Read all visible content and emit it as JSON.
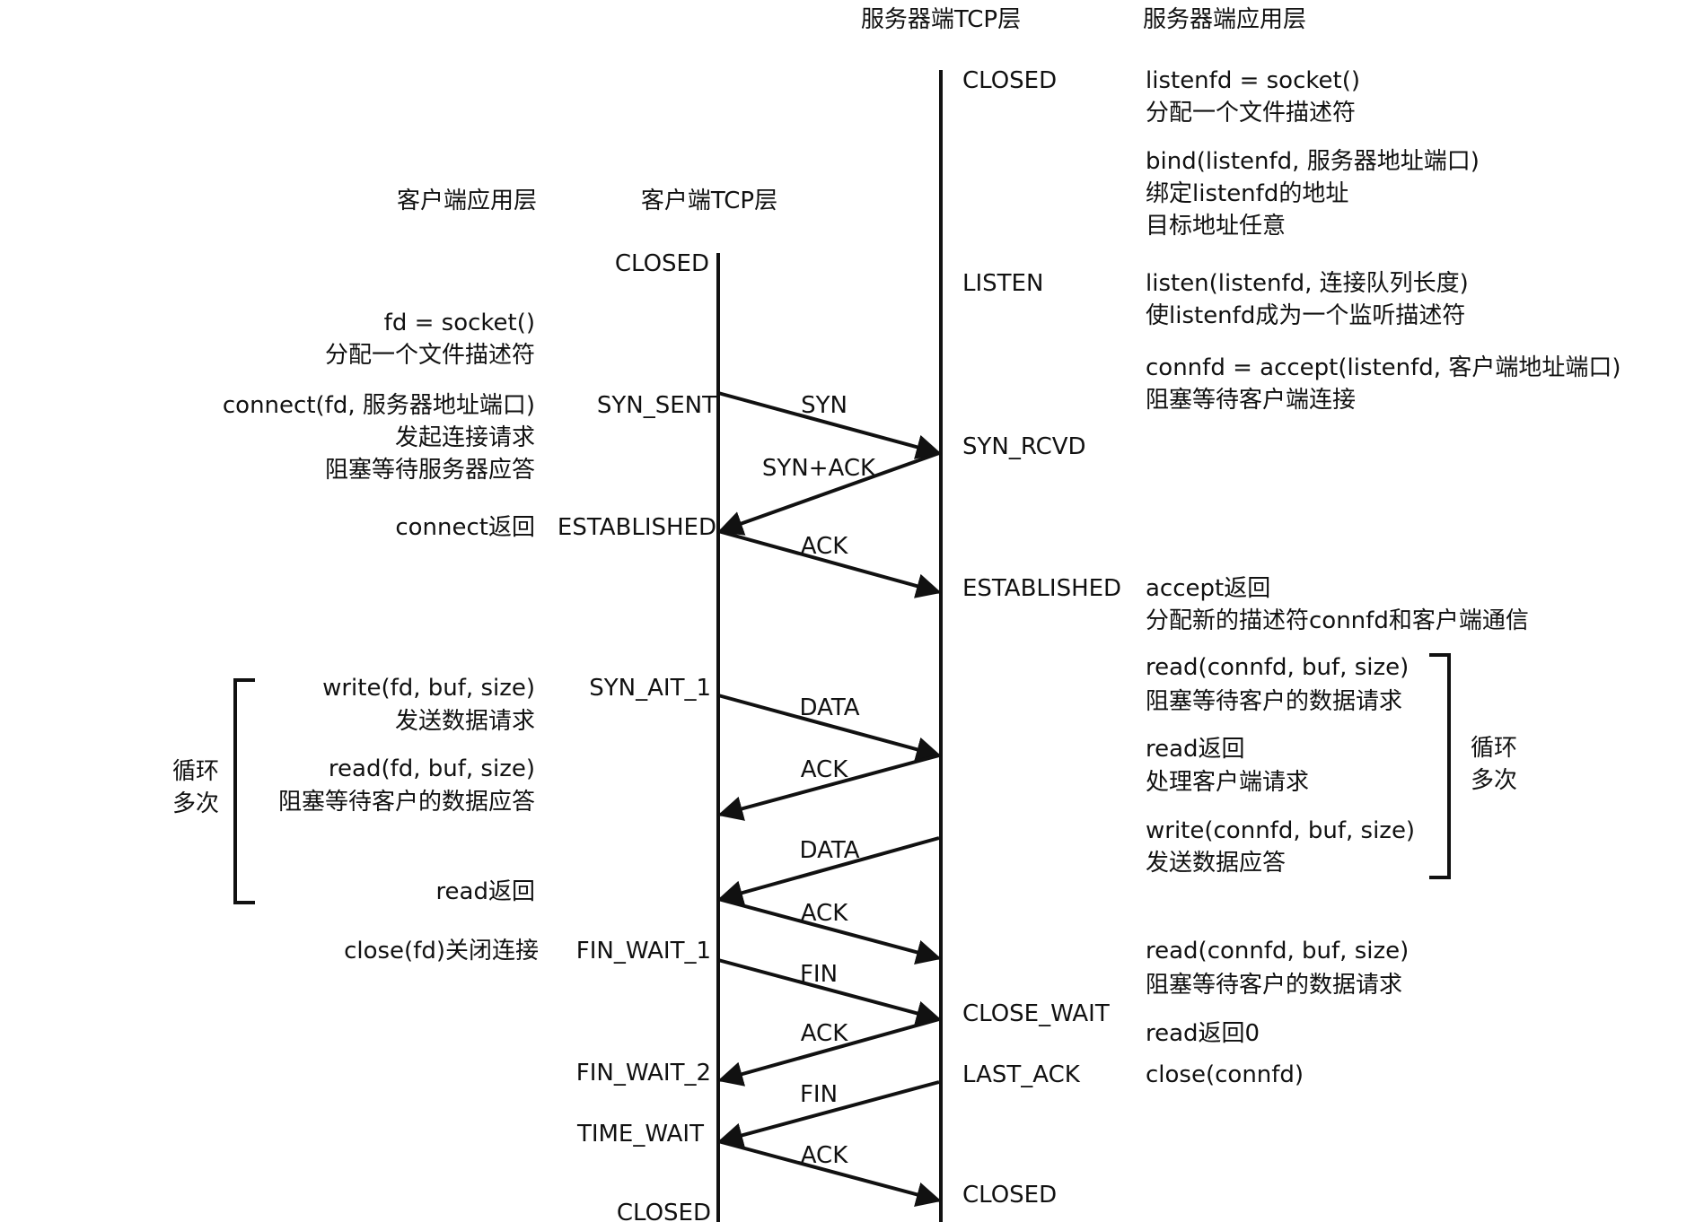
{
  "headers": {
    "server_tcp": "服务器端TCP层",
    "server_app": "服务器端应用层",
    "client_app": "客户端应用层",
    "client_tcp": "客户端TCP层"
  },
  "client_states": {
    "closed_top": "CLOSED",
    "syn_sent": "SYN_SENT",
    "established": "ESTABLISHED",
    "syn_ait_1": "SYN_AIT_1",
    "fin_wait_1": "FIN_WAIT_1",
    "fin_wait_2": "FIN_WAIT_2",
    "time_wait": "TIME_WAIT",
    "closed_bottom": "CLOSED"
  },
  "server_states": {
    "closed_top": "CLOSED",
    "listen": "LISTEN",
    "syn_rcvd": "SYN_RCVD",
    "established": "ESTABLISHED",
    "close_wait": "CLOSE_WAIT",
    "last_ack": "LAST_ACK",
    "closed_bottom": "CLOSED"
  },
  "client_app": {
    "socket_call": "fd = socket()",
    "socket_desc": "分配一个文件描述符",
    "connect_call": "connect(fd, 服务器地址端口)",
    "connect_desc1": "发起连接请求",
    "connect_desc2": "阻塞等待服务器应答",
    "connect_return": "connect返回",
    "write_call": "write(fd, buf, size)",
    "write_desc": "发送数据请求",
    "read_call": "read(fd, buf, size)",
    "read_desc": "阻塞等待客户的数据应答",
    "read_return": "read返回",
    "close_call": "close(fd)关闭连接",
    "loop_line1": "循环",
    "loop_line2": "多次"
  },
  "server_app": {
    "socket_call": "listenfd = socket()",
    "socket_desc": "分配一个文件描述符",
    "bind_call": "bind(listenfd, 服务器地址端口)",
    "bind_desc1": "绑定listenfd的地址",
    "bind_desc2": "目标地址任意",
    "listen_call": "listen(listenfd, 连接队列长度)",
    "listen_desc": "使listenfd成为一个监听描述符",
    "accept_call": "connfd = accept(listenfd, 客户端地址端口)",
    "accept_desc": "阻塞等待客户端连接",
    "accept_return": "accept返回",
    "accept_return_desc": "分配新的描述符connfd和客户端通信",
    "read_call": "read(connfd, buf, size)",
    "read_desc": "阻塞等待客户的数据请求",
    "read_return": "read返回",
    "read_return_desc": "处理客户端请求",
    "write_call": "write(connfd, buf, size)",
    "write_desc": "发送数据应答",
    "read2_call": "read(connfd, buf, size)",
    "read2_desc": "阻塞等待客户的数据请求",
    "read2_return": "read返回0",
    "close_call": "close(connfd)",
    "loop_line1": "循环",
    "loop_line2": "多次"
  },
  "messages": {
    "syn": "SYN",
    "syn_ack": "SYN+ACK",
    "ack1": "ACK",
    "data1": "DATA",
    "ack2": "ACK",
    "data2": "DATA",
    "ack3": "ACK",
    "fin1": "FIN",
    "ack4": "ACK",
    "fin2": "FIN",
    "ack5": "ACK"
  }
}
